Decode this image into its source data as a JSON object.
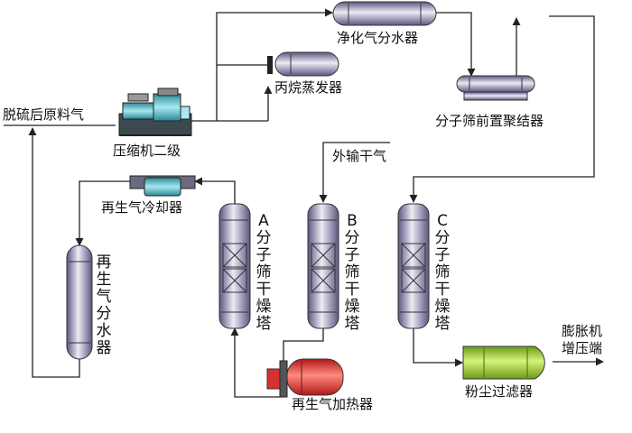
{
  "labels": {
    "desulfurized_feed_gas": "脱硫后原料气",
    "compressor_stage2": "压缩机二级",
    "purified_gas_water_separator": "净化气分水器",
    "propane_evaporator": "丙烷蒸发器",
    "molecular_sieve_pre_coalescer": "分子筛前置聚结器",
    "export_dry_gas": "外输干气",
    "regen_gas_cooler": "再生气冷却器",
    "regen_gas_water_separator": "再生气分水器",
    "sieve_dryer_a": "A分子筛干燥塔",
    "sieve_dryer_b": "B分子筛干燥塔",
    "sieve_dryer_c": "C分子筛干燥塔",
    "regen_gas_heater": "再生气加热器",
    "dust_filter": "粉尘过滤器",
    "expander_booster_end": "膨胀机\n增压端"
  },
  "colors": {
    "vessel": "#a8a4c8",
    "heater": "#e84040",
    "filter": "#a6d63a",
    "compressor": "#58b4c0",
    "cooler": "#6cc4d0",
    "line": "#222222"
  }
}
